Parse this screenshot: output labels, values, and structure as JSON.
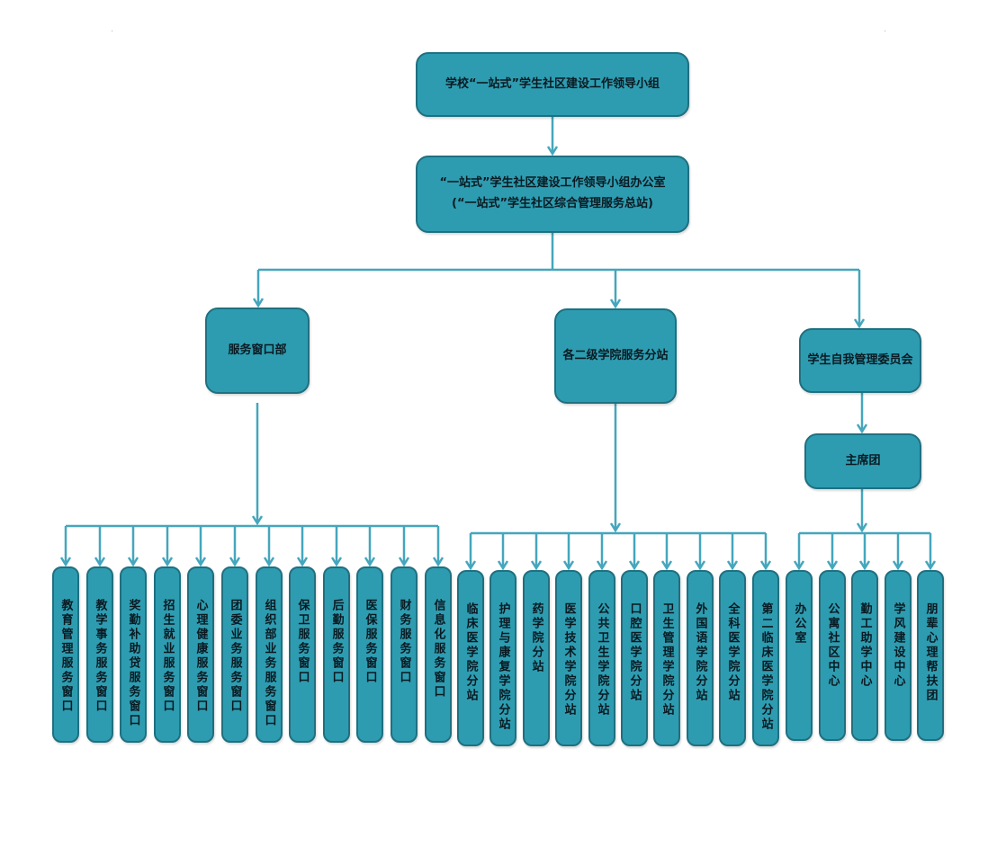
{
  "colors": {
    "box": "#2e9cb0",
    "border": "#1f7080",
    "line": "#45a6bd"
  },
  "nodes": {
    "top": "学校“一站式”学生社区建设工作领导小组",
    "office": "“一站式”学生社区建设工作领导小组办公室\n(“一站式”学生社区综合管理服务总站)",
    "dept_service": "服务窗口部",
    "dept_college": "各二级学院服务分站",
    "dept_student": "学生自我管理委员会",
    "presidium": "主席团"
  },
  "service_windows": [
    "教育管理服务窗口",
    "教学事务服务窗口",
    "奖勤补助贷服务窗口",
    "招生就业服务窗口",
    "心理健康服务窗口",
    "团委业务服务窗口",
    "组织部业务服务窗口",
    "保卫服务窗口",
    "后勤服务窗口",
    "医保服务窗口",
    "财务服务窗口",
    "信息化服务窗口"
  ],
  "college_stations": [
    "临床医学院分站",
    "护理与康复学院分站",
    "药学院分站",
    "医学技术学院分站",
    "公共卫生学院分站",
    "口腔医学院分站",
    "卫生管理学院分站",
    "外国语学院分站",
    "全科医学院分站",
    "第二临床医学院分站"
  ],
  "student_units": [
    "办公室",
    "公寓社区中心",
    "勤工助学中心",
    "学风建设中心",
    "朋辈心理帮扶团"
  ]
}
